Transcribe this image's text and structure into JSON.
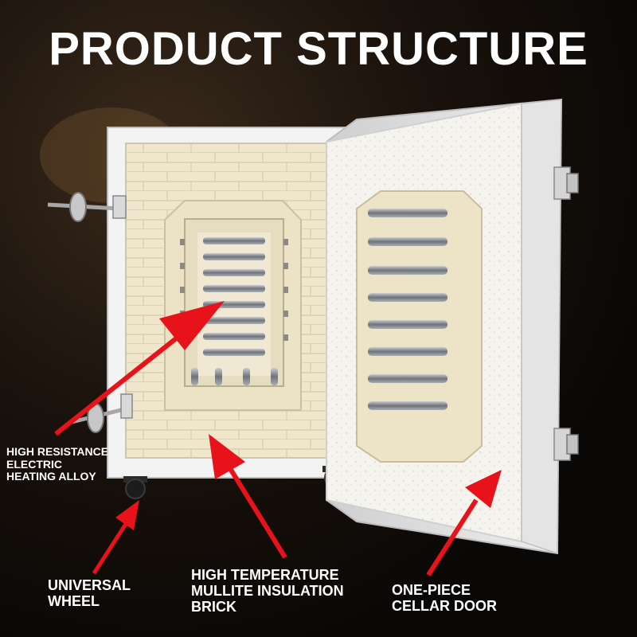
{
  "title": "PRODUCT STRUCTURE",
  "colors": {
    "arrow": "#e8121a",
    "brick": "#efe6cc",
    "frame": "#f2f2f2",
    "coil": "#8a8f95",
    "background": "#0a0806"
  },
  "labels": {
    "heating_alloy": "HIGH RESISTANCE\nELECTRIC\nHEATING ALLOY",
    "universal_wheel": "UNIVERSAL\nWHEEL",
    "insulation_brick": "HIGH TEMPERATURE\nMULLITE INSULATION\nBRICK",
    "cellar_door": "ONE-PIECE\nCELLAR DOOR"
  }
}
